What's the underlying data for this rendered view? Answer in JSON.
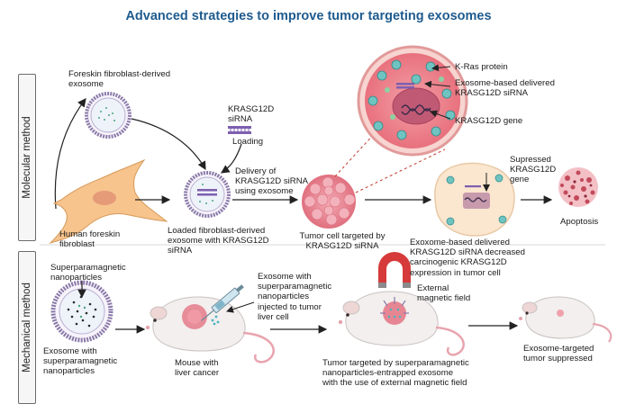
{
  "title": "Advanced strategies to improve tumor targeting exosomes",
  "sections": {
    "molecular": "Molecular method",
    "mechanical": "Mechanical method"
  },
  "molecular": {
    "foreskin_exosome": "Foreskin fibroblast-derived\nexosome",
    "sirna": "KRASG12D\nsiRNA",
    "loading": "Loading",
    "fibroblast": "Human foreskin\nfibroblast",
    "loaded_exosome": "Loaded fibroblast-derived\nexosome with KRASG12D\nsiRNA",
    "delivery": "Delivery of\nKRASG12D siRNA\nusing exosome",
    "tumor_cell": "Tumor cell targeted by\nKRASG12D siRNA",
    "kras_protein": "K-Ras protein",
    "exo_delivered": "Exosome-based delivered\nKRASG12D siRNA",
    "kras_gene": "KRASG12D gene",
    "suppressed_gene": "Supressed\nKRASG12D\ngene",
    "apoptosis": "Apoptosis",
    "decreased": "Exoxome-based delivered\nKRASG12D siRNA decreased\ncarcinogenic KRASG12D\nexpression in tumor cell"
  },
  "mechanical": {
    "spm_nanoparticles": "Superparamagnetic\nnanoparticles",
    "exo_with_spm": "Exosome with\nsuperparamagnetic\nnanoparticles",
    "mouse": "Mouse with\nliver cancer",
    "injected": "Exosome with\nsuperparamagnetic\nnanoparticles\ninjected to tumor\nliver cell",
    "external_field": "External\nmagnetic field",
    "tumor_targeted": "Tumor targeted by superparamagnetic\nnanoparticles-entrapped exosome\nwith the use of  external magnetic field",
    "suppressed": "Exosome-targeted\ntumor suppressed"
  },
  "colors": {
    "title": "#1f5b8e",
    "exosome_ring": "#8a7aa8",
    "fibroblast": "#f6c48c",
    "tumor": "#e98a98",
    "magnet_red": "#d63a3a",
    "mouse_body": "#f2efee",
    "apoptosis": "#c24a5a"
  }
}
